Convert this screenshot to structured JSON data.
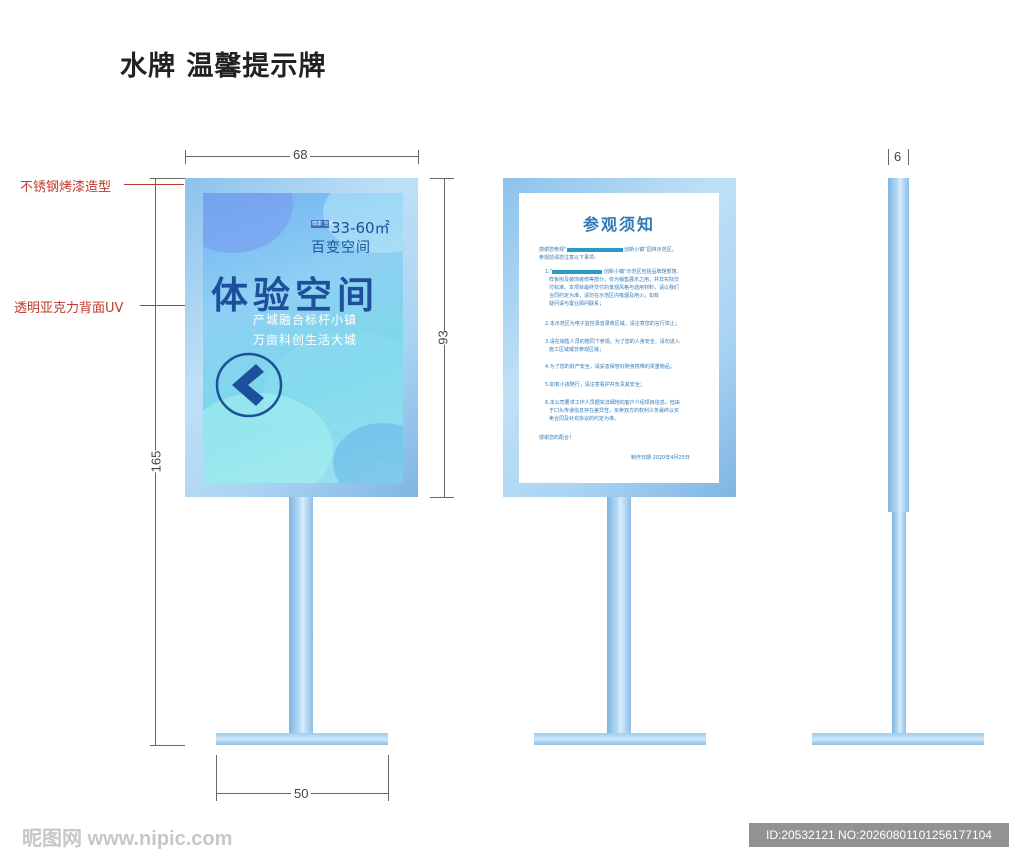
{
  "title": "水牌 温馨提示牌",
  "dimensions": {
    "width_top": "68",
    "height_panel": "93",
    "height_total": "165",
    "base_width": "50",
    "depth": "6"
  },
  "annotations": {
    "frame_material": "不锈钢烤漆造型",
    "panel_material": "透明亚克力背面UV"
  },
  "front": {
    "tag": "健康 空间",
    "area": "33-60㎡",
    "subtitle": "百变空间",
    "headline": "体验空间",
    "line1": "产城融合标杆小镇",
    "line2": "万亩科创生活大城",
    "arrow_icon": "chevron-left-icon"
  },
  "back": {
    "heading": "参观须知",
    "intro1": "感谢您参观“",
    "intro1b": "·创新小镇”园林示范区。",
    "intro2": "参观前请您注意以下事项：",
    "item1a": "·创新小镇”示范区包括品牌馆部馆、",
    "item1b": "样板房及装饰装修等部分，仅为销售展示之用，并非实际交",
    "item1c": "付标准。本项目最终交付的景观风格与选用材料，请以我们",
    "item1d": "合同约定为准，请勿在示范区内吸烟及用火，如有",
    "item1e": "疑问请与置业顾问联系；",
    "item2": "2.本示范区为电子监控录音录像区域，请注意您的言行举止；",
    "item3a": "3.请在销售人员的陪同下参观，为了您的人身安全，请勿进入",
    "item3b": "施工区域或非参观区域；",
    "item4": "4.为了您的财产安全，请妥善保管好随身携带的贵重物品；",
    "item5": "5.如有小孩随行，请注意看护并负责其安全；",
    "item6a": "6.本公司要求工作人员据实详细地向客户介绍项目信息，但由",
    "item6b": "于口头传递信息存在差异性，买卖双方的权利义务最终以买",
    "item6c": "卖合同及补充协议的约定为准。",
    "thanks": "感谢您的配合！",
    "date": "制作日期 2020年4月25日"
  },
  "watermark": {
    "left": "昵图网 www.nipic.com",
    "right": "ID:20532121 NO:20260801101256177104"
  }
}
